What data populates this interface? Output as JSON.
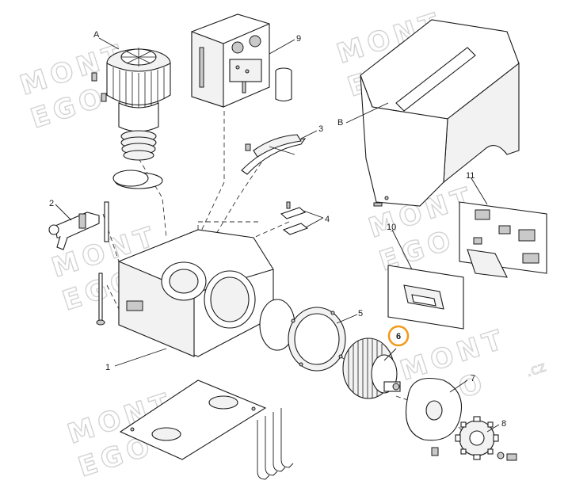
{
  "watermark": {
    "line1": "MONT",
    "line2": "EGO",
    "suffix": ".cz",
    "accent": "#d3d3d3"
  },
  "highlight": {
    "color": "#f39a1c"
  },
  "labels": {
    "A": "A",
    "B": "B",
    "p1": "1",
    "p2": "2",
    "p3": "3",
    "p4": "4",
    "p5": "5",
    "p6": "6",
    "p7": "7",
    "p8": "8",
    "p9": "9",
    "p10": "10",
    "p11": "11"
  }
}
